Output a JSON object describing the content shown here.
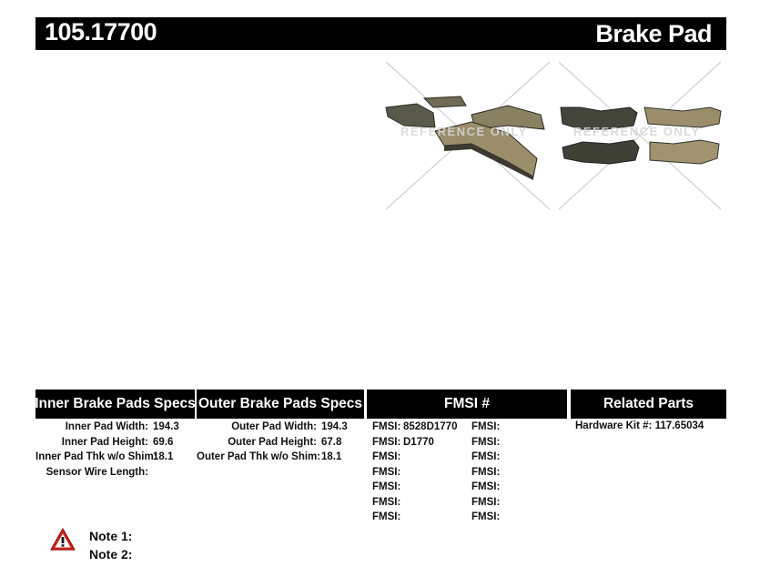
{
  "header": {
    "part_number": "105.17700",
    "product_type": "Brake Pad"
  },
  "image": {
    "watermark": "REFERENCE ONLY"
  },
  "sections": {
    "inner_title": "Inner Brake Pads Specs",
    "outer_title": "Outer Brake Pads Specs",
    "fmsi_title": "FMSI #",
    "related_title": "Related Parts"
  },
  "inner_specs": [
    {
      "label": "Inner Pad Width:",
      "value": "194.3"
    },
    {
      "label": "Inner Pad Height:",
      "value": "69.6"
    },
    {
      "label": "Inner Pad Thk w/o Shim:",
      "value": "18.1"
    },
    {
      "label": "Sensor Wire Length:",
      "value": ""
    }
  ],
  "outer_specs": [
    {
      "label": "Outer Pad Width:",
      "value": "194.3"
    },
    {
      "label": "Outer Pad Height:",
      "value": "67.8"
    },
    {
      "label": "Outer Pad Thk w/o Shim:",
      "value": "18.1"
    }
  ],
  "fmsi": {
    "label": "FMSI:",
    "col1": [
      "8528D1770",
      "D1770",
      "",
      "",
      "",
      "",
      ""
    ],
    "col2": [
      "",
      "",
      "",
      "",
      "",
      "",
      ""
    ]
  },
  "related": {
    "label": "Hardware Kit #:",
    "value": "117.65034"
  },
  "notes": {
    "note1": "Note 1:",
    "note2": "Note 2:"
  }
}
